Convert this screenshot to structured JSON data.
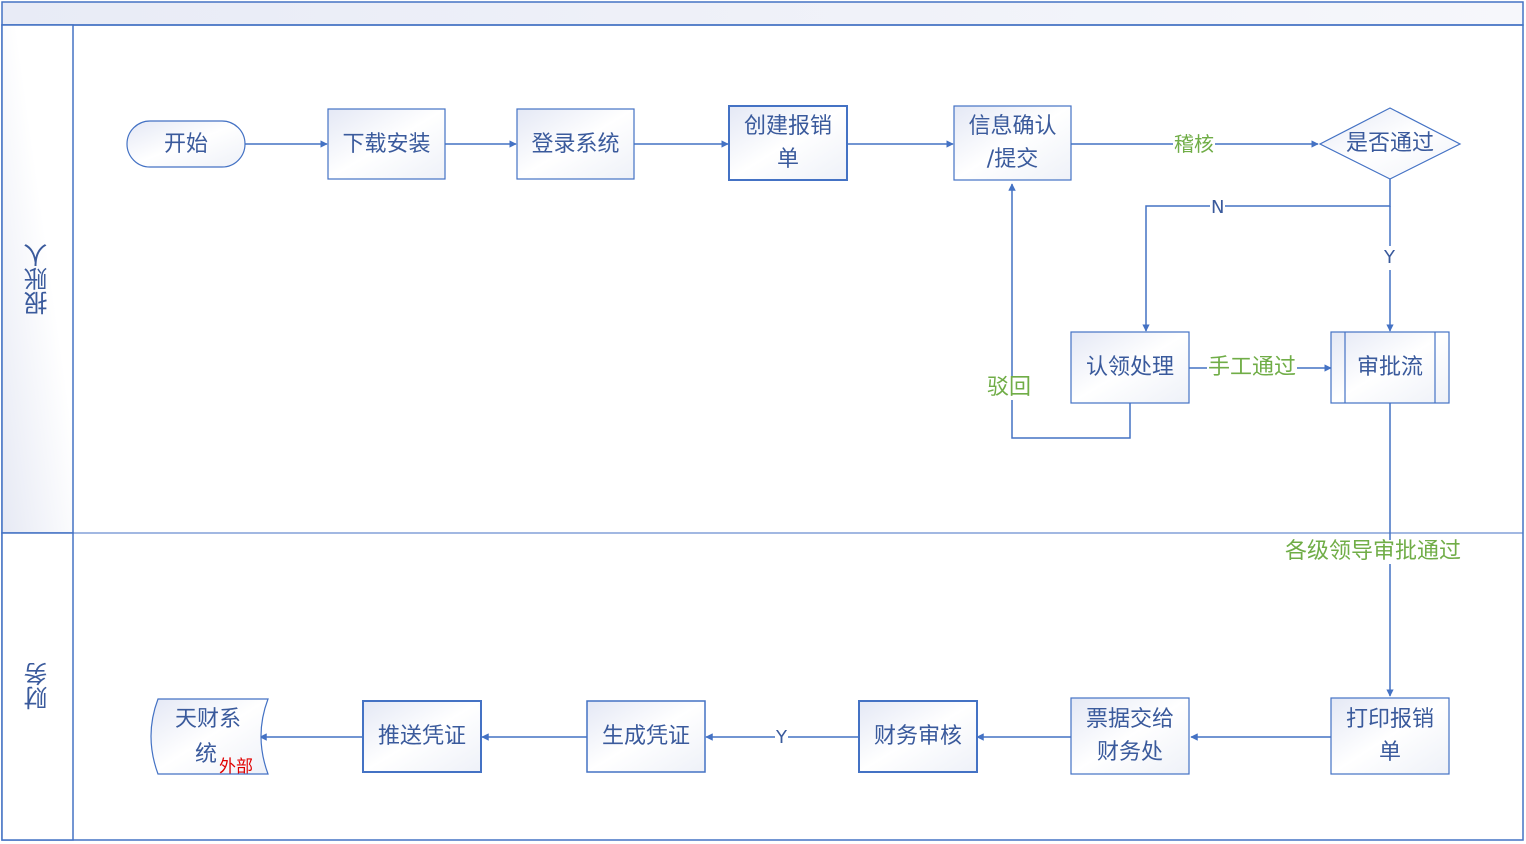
{
  "diagram": {
    "type": "swimlane-flowchart",
    "lanes": [
      {
        "id": "reimburser",
        "label": "报账人"
      },
      {
        "id": "finance",
        "label": "财务"
      }
    ],
    "nodes": {
      "start": {
        "label": "开始",
        "shape": "terminator",
        "lane": "reimburser"
      },
      "download": {
        "label": "下载安装",
        "shape": "process",
        "lane": "reimburser"
      },
      "login": {
        "label": "登录系统",
        "shape": "process",
        "lane": "reimburser"
      },
      "create": {
        "label_line1": "创建报销",
        "label_line2": "单",
        "shape": "process",
        "lane": "reimburser"
      },
      "confirm": {
        "label_line1": "信息确认",
        "label_line2": "/提交",
        "shape": "process",
        "lane": "reimburser"
      },
      "decision": {
        "label": "是否通过",
        "shape": "decision",
        "lane": "reimburser"
      },
      "claim": {
        "label": "认领处理",
        "shape": "process",
        "lane": "reimburser"
      },
      "approval": {
        "label": "审批流",
        "shape": "subprocess",
        "lane": "reimburser"
      },
      "print": {
        "label_line1": "打印报销",
        "label_line2": "单",
        "shape": "process",
        "lane": "finance"
      },
      "handover": {
        "label_line1": "票据交给",
        "label_line2": "财务处",
        "shape": "process",
        "lane": "finance"
      },
      "audit": {
        "label": "财务审核",
        "shape": "process",
        "lane": "finance"
      },
      "voucher": {
        "label": "生成凭证",
        "shape": "process",
        "lane": "finance"
      },
      "push": {
        "label": "推送凭证",
        "shape": "process",
        "lane": "finance"
      },
      "tiancai": {
        "label_line1": "天财系",
        "label_line2": "统",
        "tag": "外部",
        "shape": "stored-data",
        "lane": "finance"
      }
    },
    "edges": [
      {
        "from": "start",
        "to": "download",
        "label": ""
      },
      {
        "from": "download",
        "to": "login",
        "label": ""
      },
      {
        "from": "login",
        "to": "create",
        "label": ""
      },
      {
        "from": "create",
        "to": "confirm",
        "label": ""
      },
      {
        "from": "confirm",
        "to": "decision",
        "label": "稽核"
      },
      {
        "from": "decision",
        "to": "claim",
        "label": "N"
      },
      {
        "from": "decision",
        "to": "approval",
        "label": "Y"
      },
      {
        "from": "claim",
        "to": "confirm",
        "label": "驳回"
      },
      {
        "from": "claim",
        "to": "approval",
        "label": "手工通过"
      },
      {
        "from": "approval",
        "to": "print",
        "label": "各级领导审批通过"
      },
      {
        "from": "print",
        "to": "handover",
        "label": ""
      },
      {
        "from": "handover",
        "to": "audit",
        "label": ""
      },
      {
        "from": "audit",
        "to": "voucher",
        "label": "Y"
      },
      {
        "from": "voucher",
        "to": "push",
        "label": ""
      },
      {
        "from": "push",
        "to": "tiancai",
        "label": ""
      }
    ],
    "colors": {
      "stroke": "#4472c4",
      "text": "#3a5a9c",
      "edge_label": "#70ad47",
      "external_tag": "#e00000",
      "header_fill": "#eef0f8"
    }
  }
}
